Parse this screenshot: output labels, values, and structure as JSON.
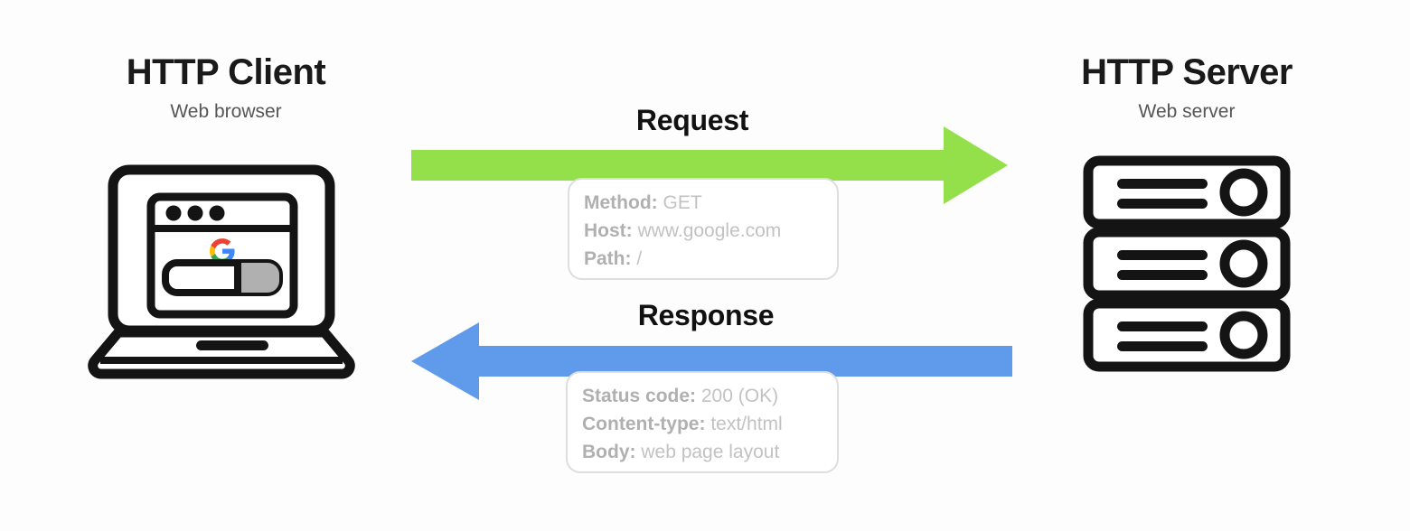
{
  "background": "#fdfdfd",
  "colors": {
    "request_arrow": "#94e04b",
    "response_arrow": "#5f9bea",
    "heading": "#1a1a1a",
    "subheading": "#565656",
    "detail_label": "#b0b0b0",
    "detail_value": "#c2c2c2",
    "detail_border": "#dedede",
    "icon_stroke": "#141414",
    "search_button": "#b0b0b0",
    "google_red": "#ea4335",
    "google_yellow": "#fbbc05",
    "google_green": "#34a853",
    "google_blue": "#4285f4"
  },
  "client": {
    "title": "HTTP Client",
    "subtitle": "Web browser",
    "icon": "laptop-browser-icon"
  },
  "server": {
    "title": "HTTP Server",
    "subtitle": "Web server",
    "icon": "server-rack-icon"
  },
  "request": {
    "label": "Request",
    "direction": "client-to-server",
    "arrow_icon": "right-arrow-icon",
    "details": [
      {
        "key": "Method:",
        "value": "GET"
      },
      {
        "key": "Host:",
        "value": "www.google.com"
      },
      {
        "key": "Path:",
        "value": "/"
      }
    ]
  },
  "response": {
    "label": "Response",
    "direction": "server-to-client",
    "arrow_icon": "left-arrow-icon",
    "details": [
      {
        "key": "Status code:",
        "value": "200 (OK)"
      },
      {
        "key": "Content-type:",
        "value": "text/html"
      },
      {
        "key": "Body:",
        "value": "web page layout"
      }
    ]
  }
}
